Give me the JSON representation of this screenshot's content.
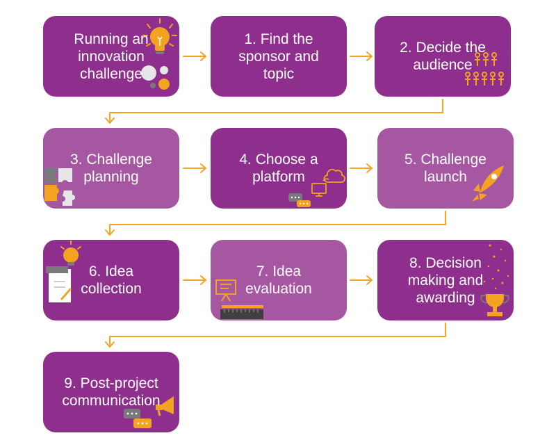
{
  "diagram": {
    "colors": {
      "primary": "#8f2f8d",
      "secondary": "#a657a2",
      "accent": "#f4a321",
      "connector": "#f4a321",
      "gray": "#7a7a7a",
      "white": "#ffffff"
    },
    "steps": [
      {
        "label": "Running an\ninnovation\nchallenge",
        "icon": "lightbulb-icon"
      },
      {
        "label": "1. Find the\nsponsor and\ntopic",
        "icon": ""
      },
      {
        "label": "2. Decide the\naudience",
        "icon": "people-group-icon"
      },
      {
        "label": "3. Challenge\nplanning",
        "icon": "puzzle-pieces-icon"
      },
      {
        "label": "4. Choose a\nplatform",
        "icon": "cloud-computer-chat-icon"
      },
      {
        "label": "5. Challenge\nlaunch",
        "icon": "rocket-icon"
      },
      {
        "label": "6. Idea\ncollection",
        "icon": "clipboard-idea-icon"
      },
      {
        "label": "7. Idea\nevaluation",
        "icon": "presentation-ruler-icon"
      },
      {
        "label": "8. Decision\nmaking and\nawarding",
        "icon": "trophy-icon"
      },
      {
        "label": "9. Post-project\ncommunication",
        "icon": "megaphone-chat-icon"
      }
    ]
  }
}
